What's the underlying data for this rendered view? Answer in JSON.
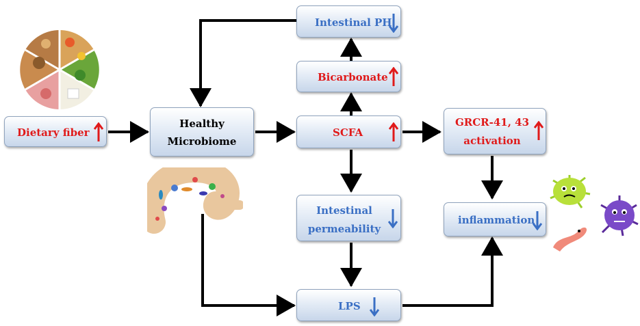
{
  "nodes": {
    "dietary_fiber": {
      "label": "Dietary fiber",
      "trend": "up"
    },
    "healthy_microbiome": {
      "line1": "Healthy",
      "line2": "Microbiome"
    },
    "intestinal_ph": {
      "label": "Intestinal PH",
      "trend": "down"
    },
    "bicarbonate": {
      "label": "Bicarbonate",
      "trend": "up"
    },
    "scfa": {
      "label": "SCFA",
      "trend": "up"
    },
    "gpcr": {
      "line1": "GRCR-41, 43",
      "line2": "activation",
      "trend": "up"
    },
    "intestinal_permeability": {
      "line1": "Intestinal",
      "line2": "permeability",
      "trend": "down"
    },
    "inflammation": {
      "label": "inflammation",
      "trend": "down"
    },
    "lps": {
      "label": "LPS",
      "trend": "down"
    }
  },
  "colors": {
    "increase": "#e01a1a",
    "decrease": "#3a6fc4",
    "arrow": "#000000"
  },
  "icons": {
    "food": "food-plate-illustration",
    "gut": "gut-bacteria-illustration",
    "bacteria": "bacteria-cartoon-illustration"
  }
}
